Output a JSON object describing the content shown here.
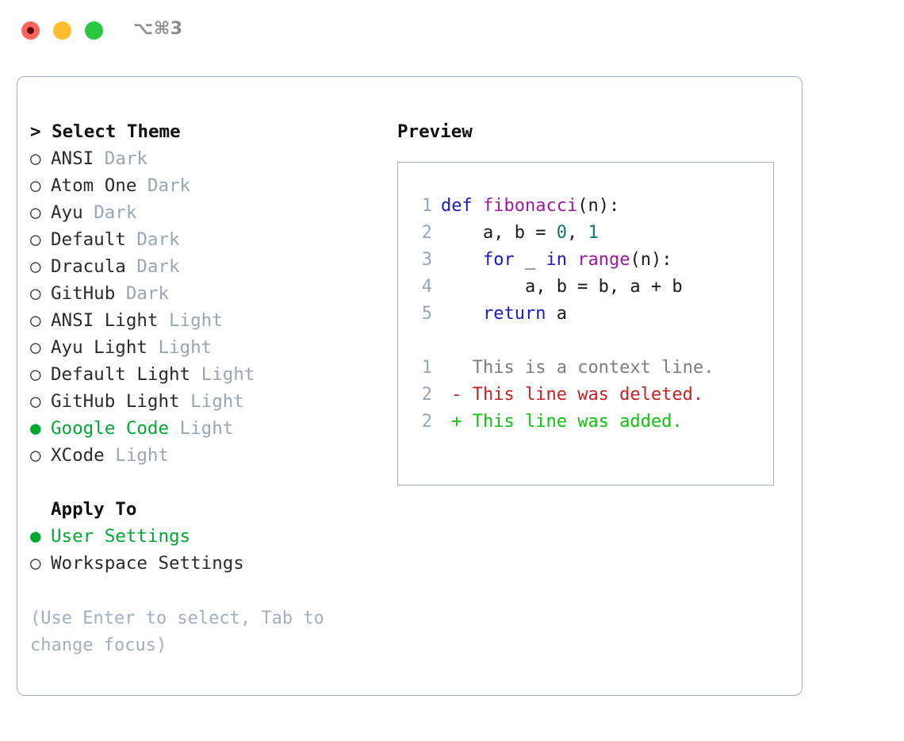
{
  "titlebar": {
    "shortcut": "⌥⌘3",
    "buttons": {
      "close": "close",
      "minimize": "minimize",
      "maximize": "maximize"
    }
  },
  "theme_picker": {
    "header": "> Select Theme",
    "items": [
      {
        "marker": "○",
        "label": "ANSI",
        "variant": "Dark",
        "selected": false
      },
      {
        "marker": "○",
        "label": "Atom One",
        "variant": "Dark",
        "selected": false
      },
      {
        "marker": "○",
        "label": "Ayu",
        "variant": "Dark",
        "selected": false
      },
      {
        "marker": "○",
        "label": "Default",
        "variant": "Dark",
        "selected": false
      },
      {
        "marker": "○",
        "label": "Dracula",
        "variant": "Dark",
        "selected": false
      },
      {
        "marker": "○",
        "label": "GitHub",
        "variant": "Dark",
        "selected": false
      },
      {
        "marker": "○",
        "label": "ANSI Light",
        "variant": "Light",
        "selected": false
      },
      {
        "marker": "○",
        "label": "Ayu Light",
        "variant": "Light",
        "selected": false
      },
      {
        "marker": "○",
        "label": "Default Light",
        "variant": "Light",
        "selected": false
      },
      {
        "marker": "○",
        "label": "GitHub Light",
        "variant": "Light",
        "selected": false
      },
      {
        "marker": "●",
        "label": "Google Code",
        "variant": "Light",
        "selected": true
      },
      {
        "marker": "○",
        "label": "XCode",
        "variant": "Light",
        "selected": false
      }
    ]
  },
  "apply_to": {
    "header": "Apply To",
    "options": [
      {
        "marker": "●",
        "label": "User Settings",
        "selected": true
      },
      {
        "marker": "○",
        "label": "Workspace Settings",
        "selected": false
      }
    ]
  },
  "hint": "(Use Enter to select, Tab to change focus)",
  "preview": {
    "title": "Preview",
    "code_lines": [
      {
        "num": "1",
        "tokens": [
          {
            "t": "def",
            "c": "kw"
          },
          {
            "t": " ",
            "c": "plain"
          },
          {
            "t": "fibonacci",
            "c": "fn"
          },
          {
            "t": "(n):",
            "c": "plain"
          }
        ]
      },
      {
        "num": "2",
        "tokens": [
          {
            "t": "    a, b = ",
            "c": "plain"
          },
          {
            "t": "0",
            "c": "num"
          },
          {
            "t": ", ",
            "c": "plain"
          },
          {
            "t": "1",
            "c": "num"
          }
        ]
      },
      {
        "num": "3",
        "tokens": [
          {
            "t": "    ",
            "c": "plain"
          },
          {
            "t": "for",
            "c": "kw"
          },
          {
            "t": " _ ",
            "c": "plain"
          },
          {
            "t": "in",
            "c": "kw"
          },
          {
            "t": " ",
            "c": "plain"
          },
          {
            "t": "range",
            "c": "fn"
          },
          {
            "t": "(n):",
            "c": "plain"
          }
        ]
      },
      {
        "num": "4",
        "tokens": [
          {
            "t": "        a, b = b, a + b",
            "c": "plain"
          }
        ]
      },
      {
        "num": "5",
        "tokens": [
          {
            "t": "    ",
            "c": "plain"
          },
          {
            "t": "return",
            "c": "kw"
          },
          {
            "t": " a",
            "c": "plain"
          }
        ]
      }
    ],
    "diff_lines": [
      {
        "num": "1",
        "sign": " ",
        "text": " This is a context line.",
        "kind": "ctx"
      },
      {
        "num": "2",
        "sign": "-",
        "text": " This line was deleted.",
        "kind": "del"
      },
      {
        "num": "2",
        "sign": "+",
        "text": " This line was added.",
        "kind": "add"
      }
    ]
  },
  "colors": {
    "accent_green": "#00a832",
    "muted": "#9aa5b5",
    "border": "#a7b0c0",
    "keyword": "#1a1acc",
    "function": "#9c1a9c",
    "number": "#0b7a72",
    "deleted": "#c62222",
    "added": "#0ec20e"
  }
}
